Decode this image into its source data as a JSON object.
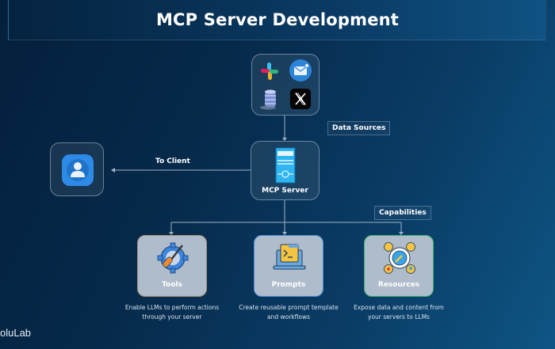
{
  "header": {
    "title": "MCP Server Development"
  },
  "data_sources": {
    "label": "Data Sources",
    "icons": [
      "slack-icon",
      "mail-icon",
      "database-icon",
      "x-icon"
    ]
  },
  "server": {
    "label": "MCP Server",
    "icon": "server-icon"
  },
  "client": {
    "edge_label": "To Client",
    "icon": "user-icon"
  },
  "capabilities": {
    "label": "Capabilities",
    "items": [
      {
        "name": "Tools",
        "icon": "tools-icon",
        "description": "Enable LLMs to perform actions through your server",
        "border_color": "#a89372"
      },
      {
        "name": "Prompts",
        "icon": "prompts-icon",
        "description": "Create reusable prompt template and workflows",
        "border_color": "#4c8fd6"
      },
      {
        "name": "Resources",
        "icon": "resources-icon",
        "description": "Expose data and content from your servers to LLMs",
        "border_color": "#3fb36d"
      }
    ]
  },
  "footer": {
    "brand": "oluLab"
  }
}
